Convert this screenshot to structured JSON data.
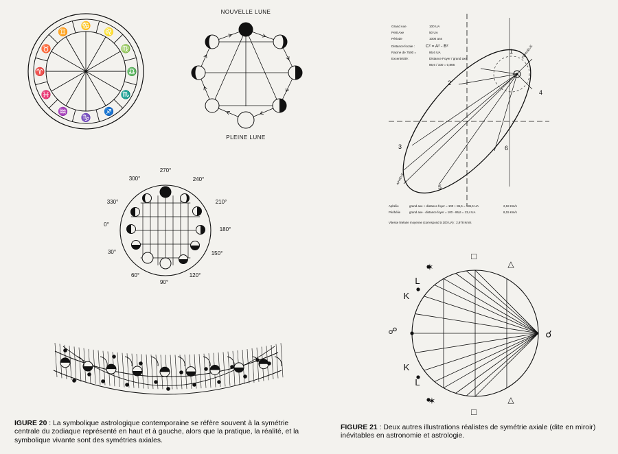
{
  "colors": {
    "ink": "#111111",
    "paper": "#f3f2ee",
    "faint": "#c9c7c0"
  },
  "zodiac_glyphs": [
    "♈",
    "♉",
    "♊",
    "♋",
    "♌",
    "♍",
    "♎",
    "♏",
    "♐",
    "♑",
    "♒",
    "♓"
  ],
  "moon_cycle": {
    "top_label": "NOUVELLE LUNE",
    "bottom_label": "PLEINE LUNE"
  },
  "degree_wheel": {
    "labels": [
      "270°",
      "240°",
      "210°",
      "180°",
      "150°",
      "120°",
      "90°",
      "60°",
      "30°",
      "0°",
      "330°",
      "300°"
    ]
  },
  "orbit": {
    "params": [
      {
        "label": "Grand Axe",
        "value": "100 UA"
      },
      {
        "label": "Petit Axe",
        "value": "50 UA"
      },
      {
        "label": "Période",
        "value": "1000 ans"
      },
      {
        "label": "Distance focale :",
        "value": "C² = A² - B²"
      },
      {
        "label": "Racine de 7500 =",
        "value": "86,6 UA"
      },
      {
        "label": "Excentricité :",
        "value": "Distance Foyer / grand axe"
      },
      {
        "label": "",
        "value": "86,6 / 100 = 0,866"
      }
    ],
    "point_labels": [
      "1",
      "2",
      "3",
      "4",
      "5",
      "6"
    ],
    "apsis_labels": {
      "perihelion": "PÉRIHÉLIE",
      "aphelion": "APHÉLIE"
    },
    "table": [
      {
        "name": "Aphélie",
        "formula": "grand axe + distance foyer = 100 + 86,6 = 186,6 UA",
        "speed": "2,18  Km/s"
      },
      {
        "name": "Périhélie",
        "formula": "grand axe - distance foyer = 100 - 86,6 = 13,4 UA",
        "speed": "8,15  Km/s"
      }
    ],
    "mean_speed": "Vitesse linéaire moyenne (correspond à 100 UA) : 2,978  Km/s"
  },
  "aspects_wheel": {
    "symbols_left": [
      "✶",
      "L",
      "K",
      "☍",
      "K",
      "L",
      "✶"
    ],
    "square": "□",
    "trine": "△",
    "conjunction": "☌"
  },
  "captions": {
    "fig20_label": "IGURE 20",
    "fig20_text": " : La symbolique astrologique contemporaine se réfère souvent à la symétrie centrale du zodiaque représenté en haut et à gauche, alors que la pratique, la réalité, et la symbolique vivante sont des symétries axiales.",
    "fig21_label": "FIGURE 21",
    "fig21_text": " : Deux autres illustrations réalistes de symétrie axiale (dite en miroir) inévitables en astronomie et astrologie."
  }
}
